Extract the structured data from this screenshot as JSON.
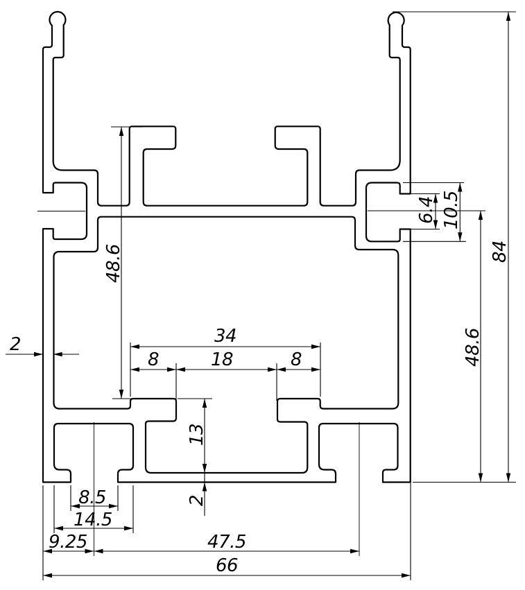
{
  "drawing": {
    "title": "extruded profile cross-section",
    "background_color": "#ffffff",
    "line_color": "#000000",
    "dimensions": {
      "wall_thickness": "2",
      "left_inner_height": "48.6",
      "groove_overall_width": "34",
      "groove_lip_left": "8",
      "groove_throat": "18",
      "groove_lip_right": "8",
      "channel_depth": "13",
      "bottom_wall_thickness": "2",
      "screw_slot_width": "8.5",
      "screw_boss_width": "14.5",
      "edge_to_screw_axis": "9.25",
      "screw_axis_spacing": "47.5",
      "overall_width": "66",
      "side_slot_height": "6.4",
      "side_pocket_height": "10.5",
      "right_inner_height": "48.6",
      "overall_height": "84"
    }
  }
}
